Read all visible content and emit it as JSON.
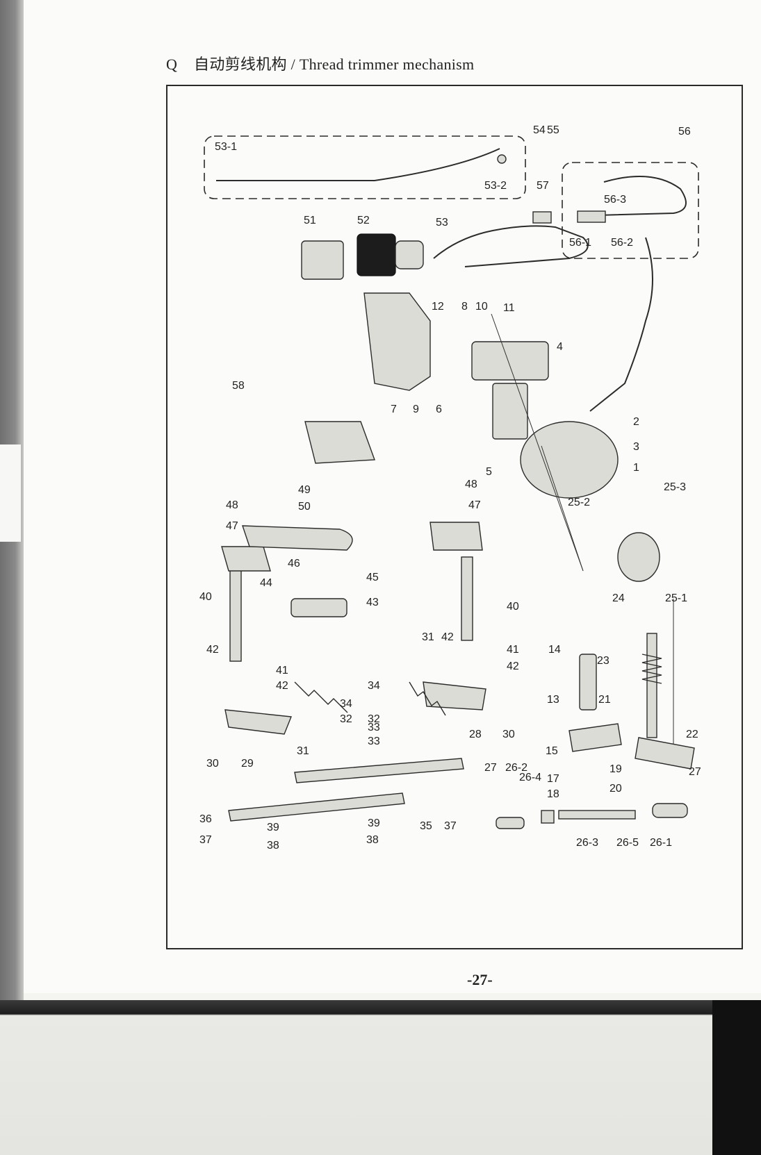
{
  "header": {
    "section_letter": "Q",
    "title_cn": "自动剪线机构",
    "separator": "/",
    "title_en": "Thread trimmer mechanism"
  },
  "footer": {
    "page_number": "-27-"
  },
  "callouts": {
    "c1": "1",
    "c2": "2",
    "c3": "3",
    "c4": "4",
    "c5": "5",
    "c6": "6",
    "c7": "7",
    "c8": "8",
    "c9": "9",
    "c10": "10",
    "c11": "11",
    "c12": "12",
    "c13": "13",
    "c14": "14",
    "c15": "15",
    "c17": "17",
    "c18": "18",
    "c19": "19",
    "c20": "20",
    "c21": "21",
    "c22": "22",
    "c23": "23",
    "c24": "24",
    "c25_1": "25-1",
    "c25_2": "25-2",
    "c25_3": "25-3",
    "c26_1": "26-1",
    "c26_2": "26-2",
    "c26_3": "26-3",
    "c26_4": "26-4",
    "c26_5": "26-5",
    "c27a": "27",
    "c27b": "27",
    "c28": "28",
    "c29": "29",
    "c30a": "30",
    "c30b": "30",
    "c31a": "31",
    "c31b": "31",
    "c32a": "32",
    "c32b": "32",
    "c33a": "33",
    "c33b": "33",
    "c34a": "34",
    "c34b": "34",
    "c35": "35",
    "c36": "36",
    "c37a": "37",
    "c37b": "37",
    "c38a": "38",
    "c38b": "38",
    "c39a": "39",
    "c39b": "39",
    "c40a": "40",
    "c40b": "40",
    "c41a": "41",
    "c41b": "41",
    "c42a": "42",
    "c42b": "42",
    "c42c": "42",
    "c42d": "42",
    "c43": "43",
    "c44": "44",
    "c45": "45",
    "c46": "46",
    "c47a": "47",
    "c47b": "47",
    "c48a": "48",
    "c48b": "48",
    "c49": "49",
    "c50": "50",
    "c51": "51",
    "c52": "52",
    "c53": "53",
    "c53_1": "53-1",
    "c53_2": "53-2",
    "c54": "54",
    "c55": "55",
    "c56": "56",
    "c56_1": "56-1",
    "c56_2": "56-2",
    "c56_3": "56-3",
    "c57": "57",
    "c58": "58"
  }
}
